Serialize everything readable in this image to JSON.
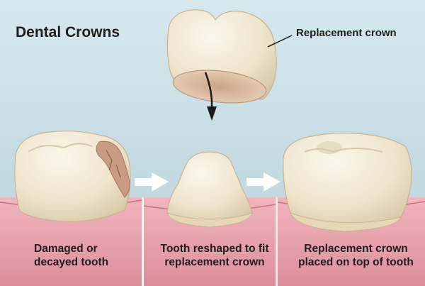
{
  "title": "Dental Crowns",
  "crown_label": "Replacement crown",
  "steps": [
    {
      "line1": "Damaged or",
      "line2": "decayed tooth"
    },
    {
      "line1": "Tooth reshaped to fit",
      "line2": "replacement crown"
    },
    {
      "line1": "Replacement crown",
      "line2": "placed on top of tooth"
    }
  ],
  "colors": {
    "background": "#cfe3ea",
    "gum": "#e8a3ac",
    "tooth": "#f3ead6",
    "arrow": "#1a1a1a"
  }
}
